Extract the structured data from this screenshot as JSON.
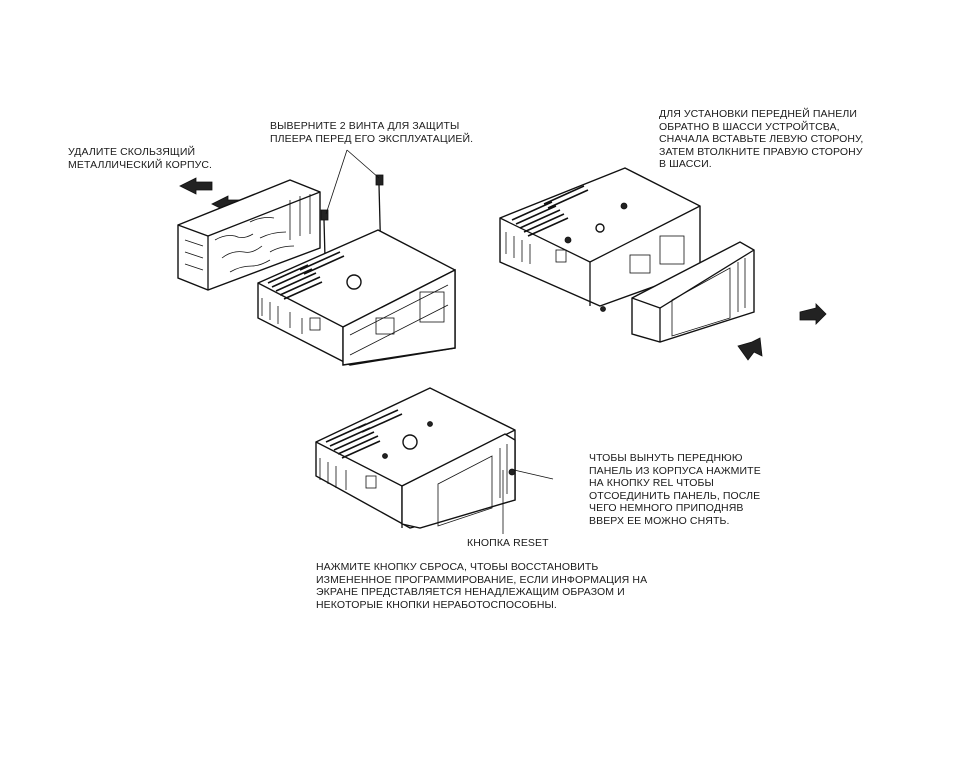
{
  "captions": {
    "remove_sleeve": "УДАЛИТЕ СКОЛЬЗЯЩИЙ\nМЕТАЛЛИЧЕСКИЙ КОРПУС.",
    "remove_screws": "ВЫВЕРНИТЕ 2 ВИНТА ДЛЯ ЗАЩИТЫ\nПЛЕЕРА ПЕРЕД ЕГО ЭКСПЛУАТАЦИЕЙ.",
    "install_panel": "ДЛЯ УСТАНОВКИ ПЕРЕДНЕЙ ПАНЕЛИ\nОБРАТНО В ШАССИ УСТРОЙТСВА,\nСНАЧАЛА ВСТАВЬТЕ   ЛЕВУЮ СТОРОНУ,\nЗАТЕМ ВТОЛКНИТЕ ПРАВУЮ СТОРОНУ\nВ ШАССИ.",
    "remove_panel": "ЧТОБЫ ВЫНУТЬ ПЕРЕДНЮЮ\nПАНЕЛЬ ИЗ КОРПУСА НАЖМИТЕ\nНА КНОПКУ   REL ЧТОБЫ\nОТСОЕДИНИТЬ ПАНЕЛЬ, ПОСЛЕ\nЧЕГО НЕМНОГО ПРИПОДНЯВ\nВВЕРХ ЕЕ МОЖНО СНЯТЬ.",
    "reset_button": "КНОПКА RESET",
    "reset_info": "НАЖМИТЕ КНОПКУ СБРОСА, ЧТОБЫ ВОССТАНОВИТЬ\nИЗМЕНЕННОЕ ПРОГРАММИРОВАНИЕ, ЕСЛИ ИНФОРМАЦИЯ НА\nЭКРАНЕ ПРЕДСТАВЛЯЕТСЯ НЕНАДЛЕЖАЩИМ ОБРАЗОМ И\nНЕКОТОРЫЕ КНОПКИ НЕРАБОТОСПОСОБНЫ."
  }
}
